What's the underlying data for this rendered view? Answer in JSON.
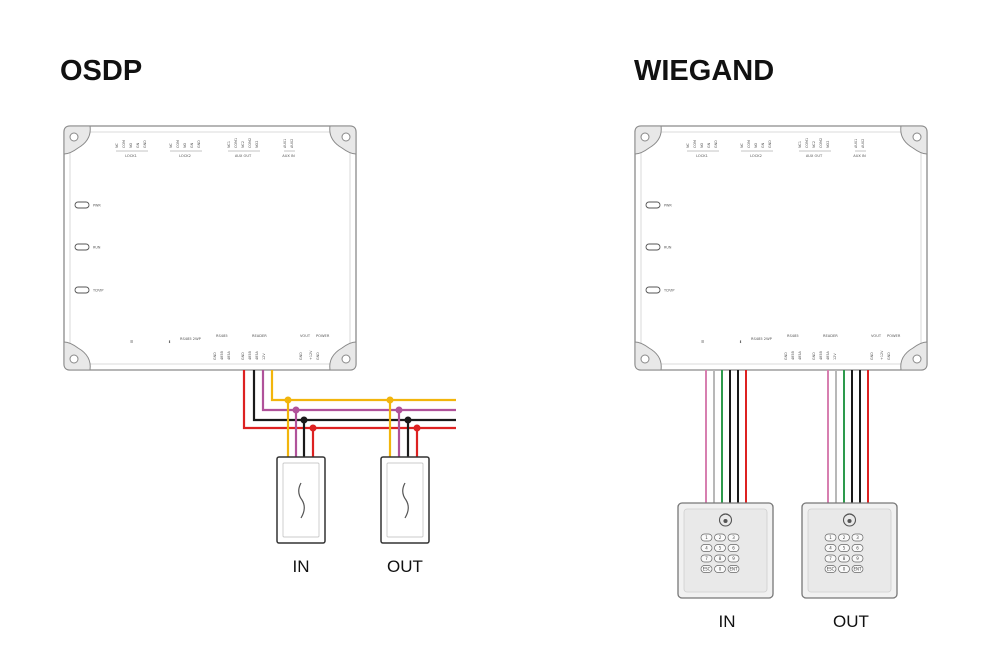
{
  "panels": [
    {
      "id": "osdp",
      "title": "OSDP",
      "leds": [
        "PWR",
        "RUN",
        "TCP/IP"
      ],
      "top_groups": [
        {
          "label": "LOCK1",
          "pins": [
            "NC",
            "COM",
            "NO",
            "GN",
            "GND"
          ]
        },
        {
          "label": "LOCK2",
          "pins": [
            "NC",
            "COM",
            "NO",
            "GN",
            "GND"
          ]
        },
        {
          "label": "AUX OUT",
          "pins": [
            "NC1",
            "COM1",
            "NC2",
            "COM2",
            "NO2"
          ]
        },
        {
          "label": "AUX IN",
          "pins": [
            "AUX1",
            "AUX2"
          ]
        }
      ],
      "bottom_labels": [
        "RS485 2WP",
        "RS485",
        "READER",
        "VOUT",
        "POWER"
      ],
      "bottom_pins": [
        "GND",
        "485B",
        "485A",
        "GND",
        "485B",
        "485A",
        "12V",
        "GND",
        "+12V",
        "GND"
      ],
      "readers": [
        {
          "label": "IN"
        },
        {
          "label": "OUT"
        }
      ]
    },
    {
      "id": "wiegand",
      "title": "WIEGAND",
      "leds": [
        "PWR",
        "RUN",
        "TCP/IP"
      ],
      "top_groups": [
        {
          "label": "LOCK1",
          "pins": [
            "NC",
            "COM",
            "NO",
            "GN",
            "GND"
          ]
        },
        {
          "label": "LOCK2",
          "pins": [
            "NC",
            "COM",
            "NO",
            "GN",
            "GND"
          ]
        },
        {
          "label": "AUX OUT",
          "pins": [
            "NC1",
            "COM1",
            "NC2",
            "COM2",
            "NO2"
          ]
        },
        {
          "label": "AUX IN",
          "pins": [
            "AUX1",
            "AUX2"
          ]
        }
      ],
      "bottom_labels": [
        "RS485 2WP",
        "RS485",
        "READER",
        "VOUT",
        "POWER"
      ],
      "bottom_pins": [
        "GND",
        "485B",
        "485A",
        "GND",
        "485B",
        "485A",
        "12V",
        "GND",
        "+12V",
        "GND"
      ],
      "readers": [
        {
          "label": "IN",
          "keys": [
            "1",
            "2",
            "3",
            "4",
            "5",
            "6",
            "7",
            "8",
            "9",
            "ESC",
            "0",
            "ENT"
          ]
        },
        {
          "label": "OUT",
          "keys": [
            "1",
            "2",
            "3",
            "4",
            "5",
            "6",
            "7",
            "8",
            "9",
            "ESC",
            "0",
            "ENT"
          ]
        }
      ]
    }
  ],
  "wire_colors": {
    "yellow": "#f2b50c",
    "magenta": "#b0529a",
    "black": "#1a1a1a",
    "red": "#dd2121",
    "green": "#2d9a4c",
    "pink": "#d77fb0",
    "white": "#b8b8b8"
  }
}
